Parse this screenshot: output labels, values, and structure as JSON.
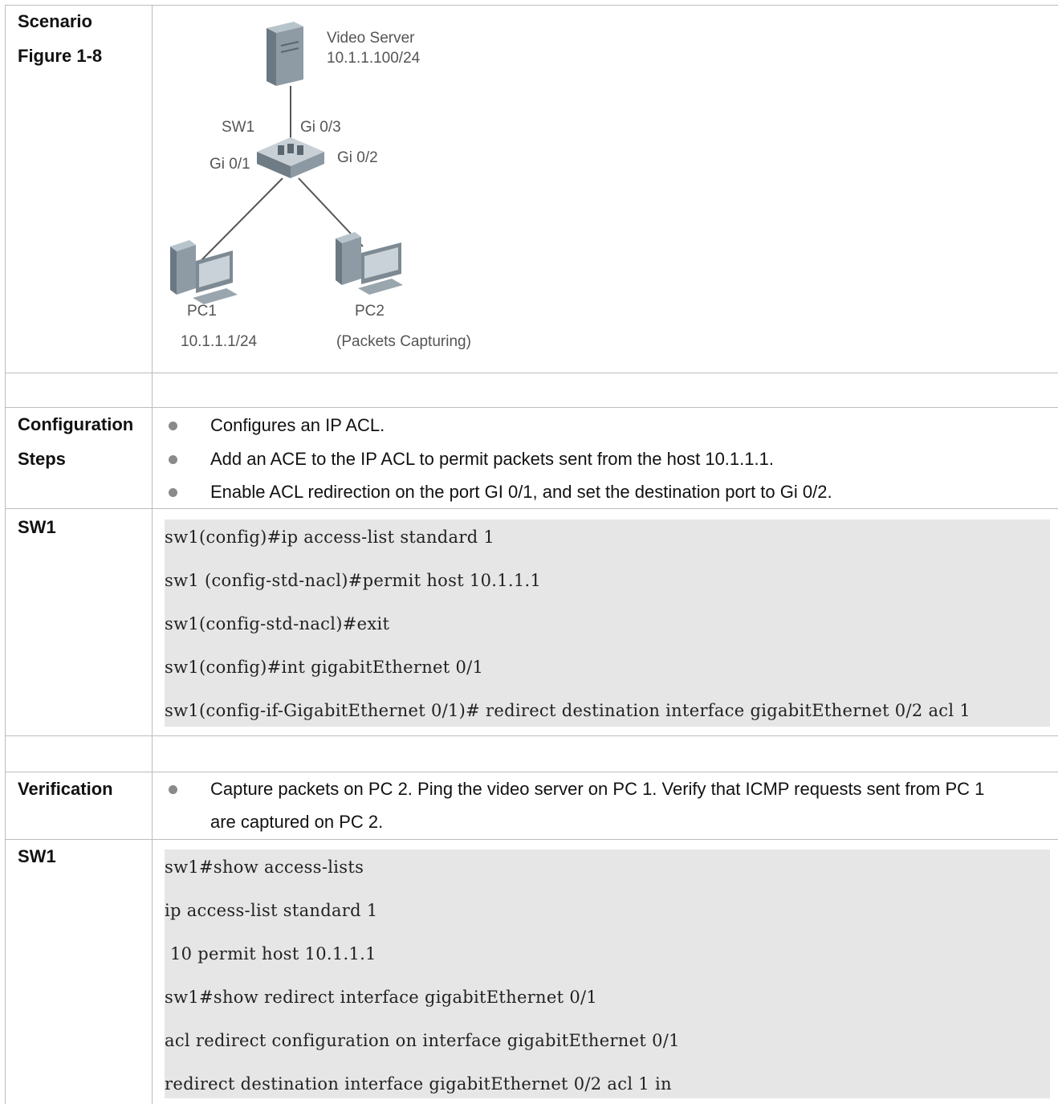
{
  "row_scenario": {
    "label_line1": "Scenario",
    "label_line2": "Figure 1-8"
  },
  "diagram": {
    "server_name": "Video Server",
    "server_ip": "10.1.1.100/24",
    "switch_name": "SW1",
    "port_up": "Gi 0/3",
    "port_left": "Gi 0/1",
    "port_right": "Gi 0/2",
    "pc1_name": "PC1",
    "pc1_ip": "10.1.1.1/24",
    "pc2_name": "PC2",
    "pc2_note": "(Packets Capturing)"
  },
  "row_config_steps": {
    "label_line1": "Configuration",
    "label_line2": "Steps",
    "bullets": [
      "Configures an IP ACL.",
      "Add an ACE to the IP ACL to permit packets sent from the host 10.1.1.1.",
      "Enable ACL redirection on the port GI 0/1, and set the destination port to Gi 0/2."
    ]
  },
  "row_sw1_config": {
    "label": "SW1",
    "code_lines": [
      "sw1(config)#ip access-list standard 1",
      "sw1 (config-std-nacl)#permit host 10.1.1.1",
      "sw1(config-std-nacl)#exit",
      "sw1(config)#int gigabitEthernet 0/1",
      "sw1(config-if-GigabitEthernet 0/1)# redirect destination interface gigabitEthernet 0/2 acl 1"
    ]
  },
  "row_verification": {
    "label": "Verification",
    "bullet_line1": "Capture packets on PC 2. Ping the video server on PC 1. Verify that ICMP requests sent from PC 1",
    "bullet_line2": "are captured on PC 2."
  },
  "row_sw1_verify": {
    "label": "SW1",
    "code_lines": [
      "sw1#show access-lists",
      "ip access-list standard 1",
      " 10 permit host 10.1.1.1",
      "sw1#show redirect interface gigabitEthernet 0/1",
      "acl redirect configuration on interface gigabitEthernet 0/1",
      "redirect destination interface gigabitEthernet 0/2 acl 1 in"
    ]
  }
}
